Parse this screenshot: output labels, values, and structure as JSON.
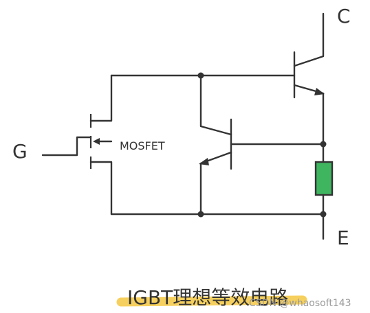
{
  "diagram": {
    "terminals": {
      "collector": "C",
      "gate": "G",
      "emitter": "E"
    },
    "mosfet_label": "MOSFET",
    "caption": "IGBT理想等效电路",
    "watermark": "CSDN @whaosoft143"
  },
  "colors": {
    "wire": "#333333",
    "resistor": "#3fb55f",
    "highlight": "#f5c842",
    "watermark": "#9a9a9a"
  }
}
